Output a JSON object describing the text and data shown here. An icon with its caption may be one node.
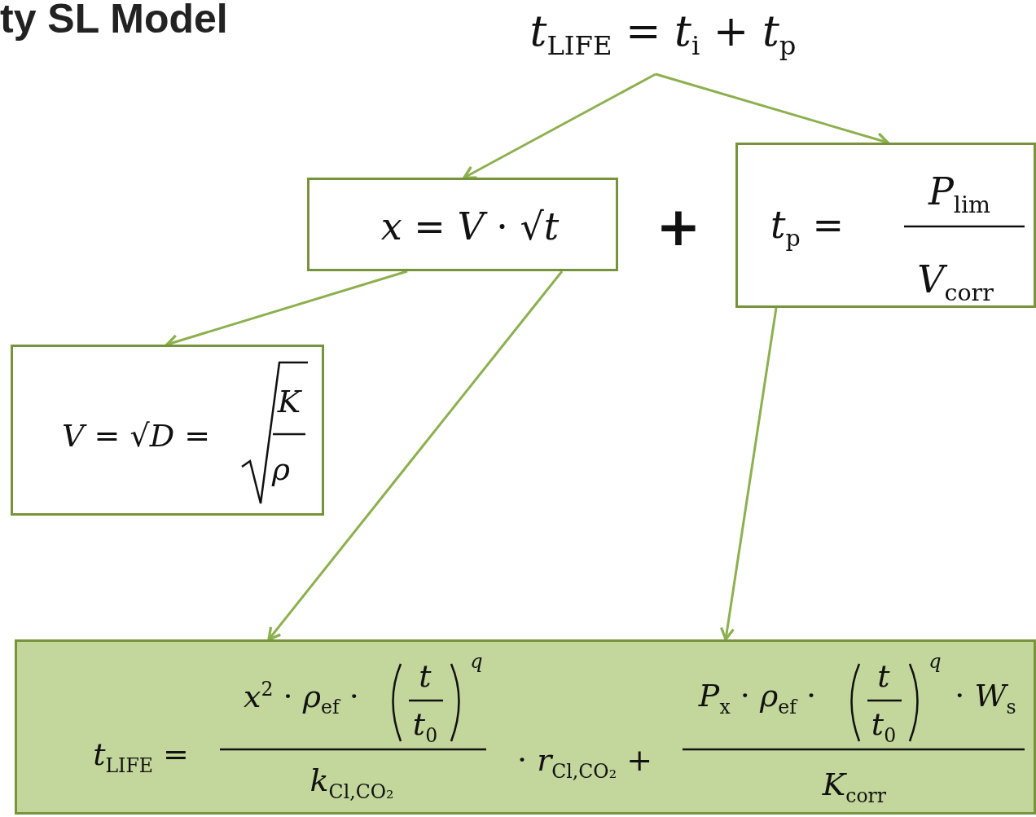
{
  "diagram": {
    "title": "ty SL Model",
    "nodes": [
      {
        "text": [
          "*t*$_{LIFE}$ = *t*$_{i}$ + *t*$_{p}$"
        ]
      },
      {
        "text": [
          "*x* = *V* · √*t*"
        ]
      },
      {
        "text": [
          "*t*$_{p}$ =",
          "*P*$_{lim}$",
          "*V*$_{corr}$"
        ]
      },
      {
        "text": [
          "*V* = √*D* =",
          "*K*",
          "*ρ*"
        ]
      },
      {
        "text": [
          "*t*$_{LIFE}$ =",
          "*x*$^{2}$ · *ρ*$_{ef}$ ·",
          "*t*",
          "*t*$_{0}$",
          "*q*",
          "*k*$_{Cl,CO₂}$",
          "· *r*$_{Cl,CO₂}$ +",
          "*P*$_{x}$ · *ρ*$_{ef}$ ·",
          "*t*",
          "*t*$_{0}$",
          "*q*",
          "· *W*$_{s}$",
          "*K*$_{corr}$"
        ]
      }
    ],
    "edges": [
      {
        "from": 0,
        "to": 1,
        "arrow": "to"
      },
      {
        "from": 0,
        "to": 2,
        "arrow": "to"
      },
      {
        "from": 1,
        "to": 3,
        "arrow": "to"
      },
      {
        "from": 1,
        "to": 4,
        "arrow": "to"
      },
      {
        "from": 2,
        "to": 4,
        "arrow": "to"
      }
    ],
    "labels": [
      "+"
    ]
  }
}
